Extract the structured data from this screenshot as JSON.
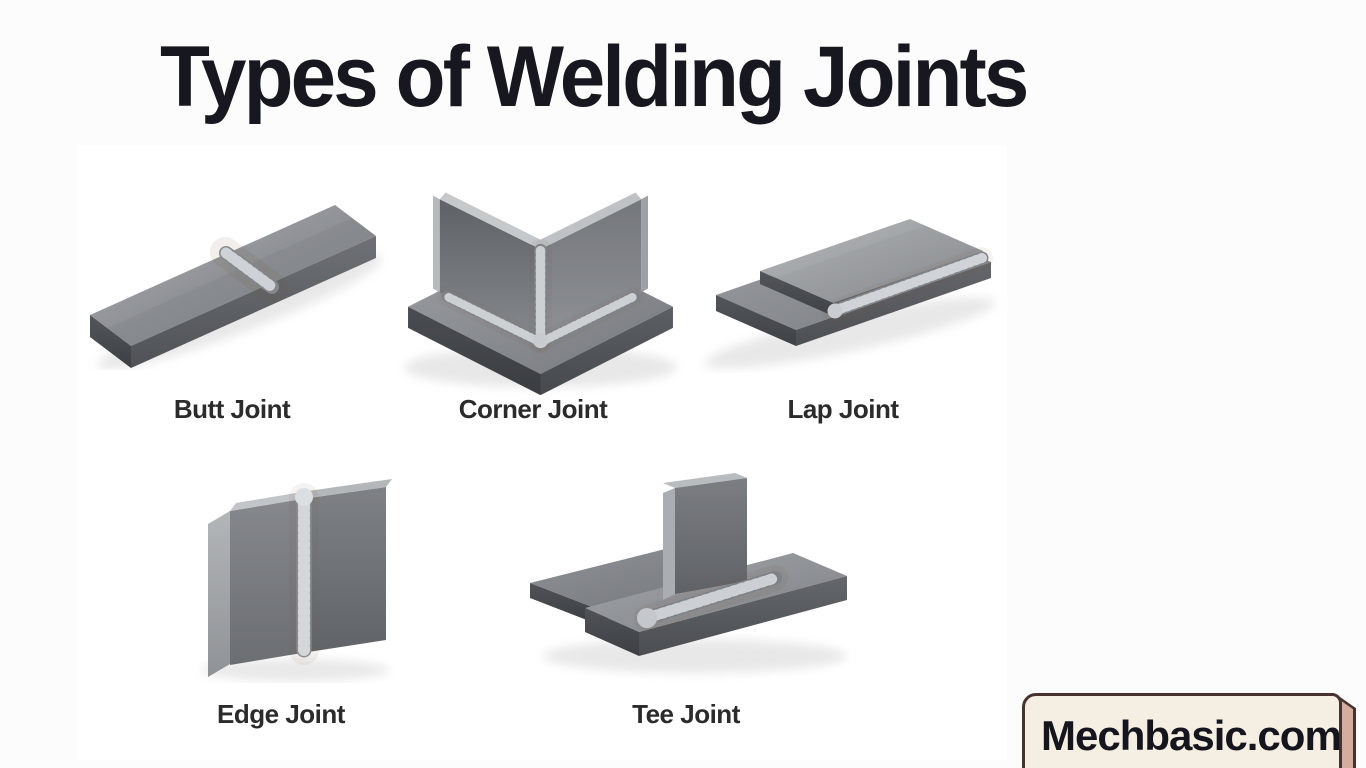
{
  "page": {
    "title": "Types of Welding Joints"
  },
  "joints": [
    {
      "id": "butt",
      "label": "Butt Joint"
    },
    {
      "id": "corner",
      "label": "Corner Joint"
    },
    {
      "id": "lap",
      "label": "Lap Joint"
    },
    {
      "id": "edge",
      "label": "Edge Joint"
    },
    {
      "id": "tee",
      "label": "Tee Joint"
    }
  ],
  "watermark": {
    "text": "Mechbasic.com"
  },
  "colors": {
    "page_background": "#fcfcfd",
    "collage_background": "#ffffff",
    "title_text": "#17171f",
    "label_text": "#2b2b2b",
    "metal_top_light": "#aeb1b4",
    "metal_top_mid": "#85888c",
    "metal_front": "#5f6266",
    "metal_end_dark": "#3c3f43",
    "metal_cut_edge": "#c3c6c9",
    "weld_bead_base": "#83868b",
    "weld_bead_ribs": "#d0d3d7",
    "heat_tint": "#7a5a3e",
    "badge_fill": "#f5efe3",
    "badge_border": "#46332f",
    "badge_fold": "#d5ad9f",
    "badge_text": "#15151e"
  }
}
